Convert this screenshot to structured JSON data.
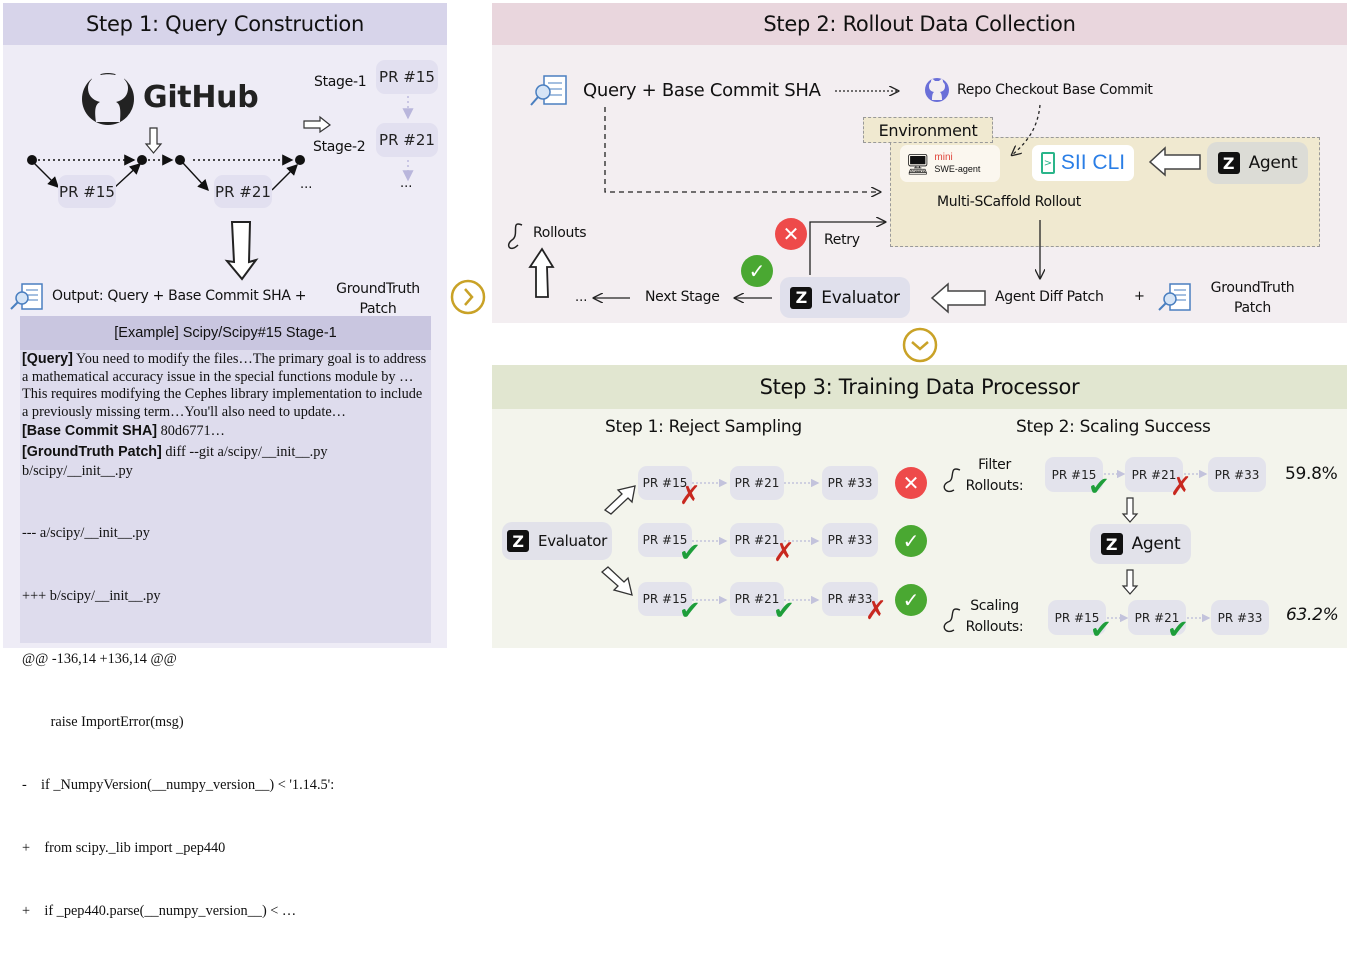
{
  "step1": {
    "title": "Step 1: Query Construction",
    "github_label": "GitHub",
    "stages": [
      {
        "label": "Stage-1",
        "pr": "PR #15"
      },
      {
        "label": "Stage-2",
        "pr": "PR #21"
      }
    ],
    "stage_ellipsis": "...",
    "timeline_prs": [
      "PR #15",
      "PR #21"
    ],
    "timeline_ellipsis": "...",
    "output_label": "Output: Query + Base Commit SHA +",
    "groundtruth_line1": "GroundTruth",
    "groundtruth_line2": "Patch",
    "example": {
      "title": "[Example] Scipy/Scipy#15 Stage-1",
      "query_label": "[Query]",
      "query_text": "You need to modify the files…The primary goal is to address a mathematical accuracy issue in the special functions module by … This requires modifying the Cephes library implementation to include a previously missing term…You'll also need to update…",
      "sha_label": "[Base Commit SHA]",
      "sha_value": "80d6771…",
      "patch_label": "[GroundTruth Patch]",
      "patch_head": "diff --git a/scipy/__init__.py b/scipy/__init__.py",
      "patch_lines": [
        "--- a/scipy/__init__.py",
        "+++ b/scipy/__init__.py",
        "@@ -136,14 +136,14 @@",
        "        raise ImportError(msg)",
        "-    if _NumpyVersion(__numpy_version__) < '1.14.5':",
        "+    from scipy._lib import _pep440",
        "+    if _pep440.parse(__numpy_version__) < …"
      ]
    }
  },
  "step2": {
    "title": "Step 2: Rollout Data Collection",
    "query": "Query + Base Commit SHA",
    "repo": "Repo Checkout Base Commit",
    "environment": "Environment",
    "mini": "mini",
    "swe_agent": "SWE-agent",
    "sii_cli": "SII CLI",
    "agent": "Agent",
    "rollout": "Multi-SCaffold Rollout",
    "retry": "Retry",
    "rollouts": "Rollouts",
    "ellipsis": "...",
    "next_stage": "Next Stage",
    "evaluator": "Evaluator",
    "diff_patch": "Agent Diff Patch",
    "plus": "+",
    "groundtruth_line1": "GroundTruth",
    "groundtruth_line2": "Patch",
    "z_letter": "Z"
  },
  "step3": {
    "title": "Step 3: Training Data Processor",
    "sub1": "Step 1: Reject Sampling",
    "sub2": "Step 2: Scaling Success",
    "evaluator": "Evaluator",
    "agent": "Agent",
    "prs": [
      "PR #15",
      "PR #21",
      "PR #33"
    ],
    "reject_rows": [
      {
        "marks": [
          "fail",
          "",
          ""
        ],
        "result": "fail"
      },
      {
        "marks": [
          "pass",
          "fail",
          ""
        ],
        "result": "pass"
      },
      {
        "marks": [
          "pass",
          "pass",
          "fail"
        ],
        "result": "pass"
      }
    ],
    "filter_line1": "Filter",
    "filter_line2": "Rollouts:",
    "scaling_line1": "Scaling",
    "scaling_line2": "Rollouts:",
    "filter_pct": "59.8%",
    "scaling_pct": "63.2%"
  },
  "colors": {
    "step1_bg": "#eeecf6",
    "step1_hdr": "#d7d4ea",
    "step2_bg": "#f3eef1",
    "step2_hdr": "#e9d6dd",
    "step3_bg": "#f3f4ec",
    "step3_hdr": "#e1e6d0",
    "env_bg": "#f0e9d0",
    "accent": "#c9a227"
  }
}
